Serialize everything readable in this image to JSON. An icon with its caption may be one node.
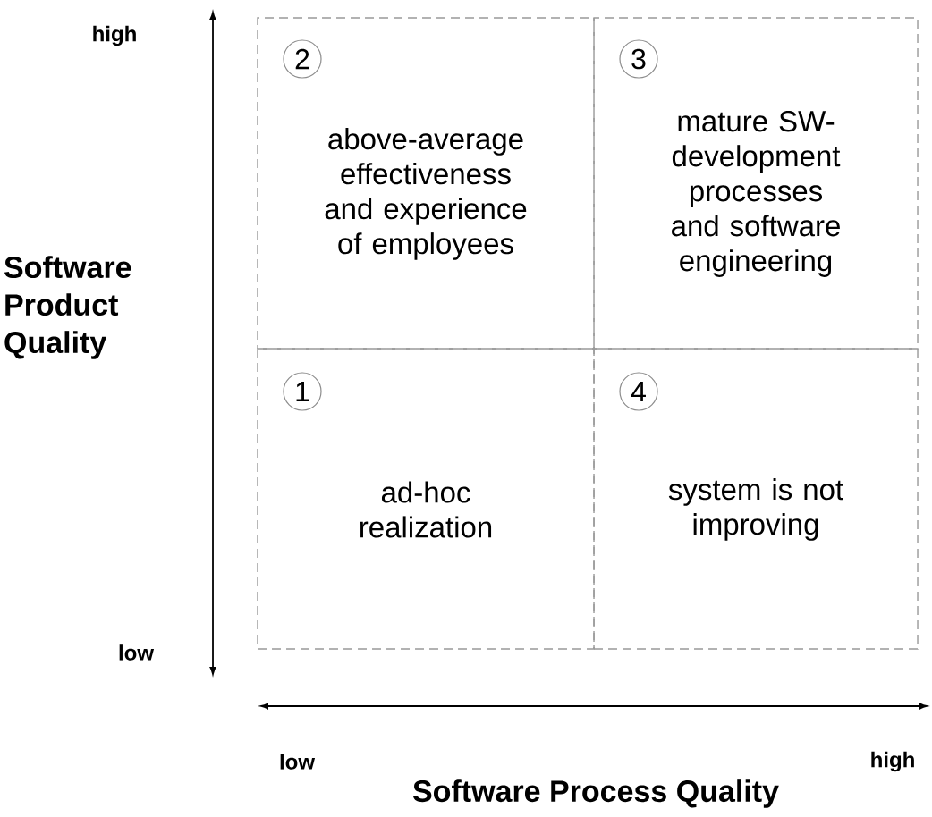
{
  "diagram": {
    "nodes": [
      {
        "text": [
          "above-average effectiveness and experience of employees"
        ]
      },
      {
        "text": [
          "2"
        ],
        "in": 0
      },
      {
        "text": [
          "mature SW-development processes and software engineering"
        ]
      },
      {
        "text": [
          "3"
        ],
        "in": 2
      },
      {
        "text": [
          "ad-hoc realization"
        ]
      },
      {
        "text": [
          "1"
        ],
        "in": 4
      },
      {
        "text": [
          "system is not improving"
        ]
      },
      {
        "text": [
          "4"
        ],
        "in": 6
      }
    ],
    "edges": [],
    "labels": [
      "high",
      "Software Product Quality",
      "low",
      "low",
      "high",
      "Software Process Quality"
    ]
  }
}
